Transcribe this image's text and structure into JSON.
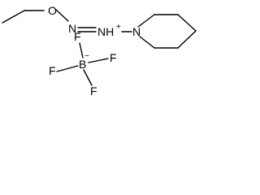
{
  "molecule": {
    "atoms": {
      "o1": "O",
      "n1": "N",
      "n2": "NH",
      "n3": "N",
      "b": "B",
      "f1": "F",
      "f2": "F",
      "f3": "F",
      "f4": "F"
    },
    "charges": {
      "n2": "+",
      "b": "−"
    }
  },
  "colors": {
    "ink": "#000000",
    "background": "#ffffff"
  }
}
